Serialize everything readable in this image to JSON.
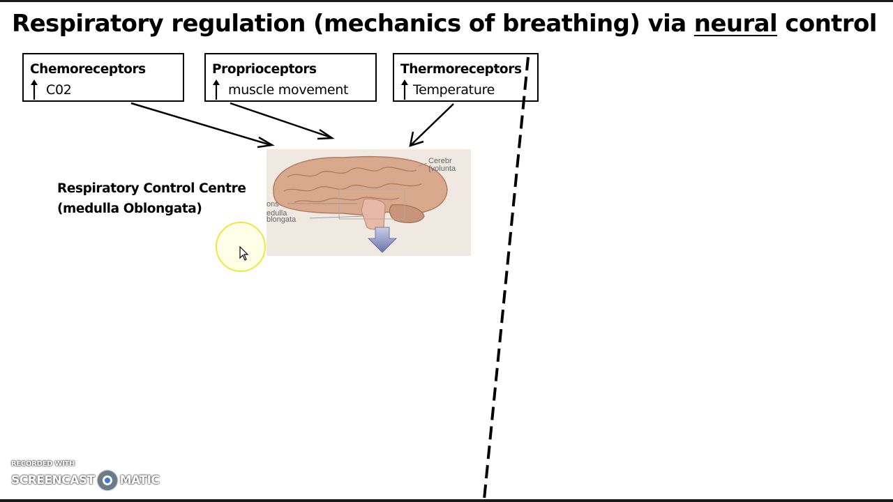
{
  "slide": {
    "title_before": "Respiratory regulation (mechanics of breathing) via ",
    "title_emphasis": "neural",
    "title_after": " control"
  },
  "receptors": [
    {
      "name": "Chemoreceptors",
      "value": "C02",
      "arrow_icon": "up-arrow-icon"
    },
    {
      "name": "Proprioceptors",
      "value": "muscle movement",
      "arrow_icon": "up-arrow-icon"
    },
    {
      "name": "Thermoreceptors",
      "value": "Temperature",
      "arrow_icon": "up-arrow-icon"
    }
  ],
  "control_centre": {
    "line1": "Respiratory Control Centre",
    "line2": "(medulla Oblongata)"
  },
  "brain_image": {
    "label_top": "Cerebr",
    "label_top2": "(volunta",
    "label_pons": "ons",
    "label_medulla1": "edulla",
    "label_medulla2": "blongata"
  },
  "recording_watermark": {
    "recorded_with": "RECORDED WITH",
    "brand_left": "SCREENCAST",
    "brand_right": "MATIC"
  },
  "colors": {
    "line": "#000000",
    "cursor_ring": "#f0e640",
    "brain_pink": "#e8b9a6",
    "arrow_blue": "#7d86b8"
  }
}
